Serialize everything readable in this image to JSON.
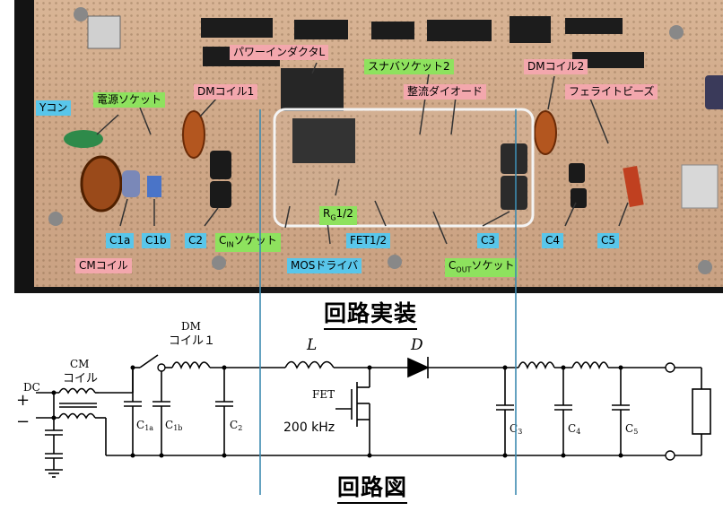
{
  "captions": {
    "implementation": "回路実装",
    "schematic": "回路図"
  },
  "photo_labels": [
    {
      "text": "Yコン",
      "color": "blue"
    },
    {
      "text": "電源ソケット",
      "color": "green"
    },
    {
      "text": "DMコイル1",
      "color": "pink"
    },
    {
      "text": "パワーインダクタL",
      "color": "pink"
    },
    {
      "text": "スナバソケット2",
      "color": "green"
    },
    {
      "text": "整流ダイオード",
      "color": "pink"
    },
    {
      "text": "DMコイル2",
      "color": "pink"
    },
    {
      "text": "フェライトビーズ",
      "color": "pink"
    },
    {
      "text": "C1a",
      "color": "blue"
    },
    {
      "text": "C1b",
      "color": "blue"
    },
    {
      "text": "C2",
      "color": "blue"
    },
    {
      "text": "CMコイル",
      "color": "pink"
    },
    {
      "text": "MOSドライバ",
      "color": "blue"
    },
    {
      "text": "FET1/2",
      "color": "blue"
    },
    {
      "text": "C3",
      "color": "blue"
    },
    {
      "text": "C4",
      "color": "blue"
    },
    {
      "text": "C5",
      "color": "blue"
    }
  ],
  "sub_labels": {
    "cin": {
      "main": "C",
      "sub": "IN",
      "rest": "ソケット"
    },
    "rg": {
      "main": "R",
      "sub": "G",
      "rest": "1/2"
    },
    "cout": {
      "main": "C",
      "sub": "OUT",
      "rest": "ソケット"
    }
  },
  "schematic": {
    "dc": "DC",
    "plus": "+",
    "minus": "−",
    "cm_coil_1": "CM",
    "cm_coil_2": "コイル",
    "dm_coil_1": "DM",
    "dm_coil_2": "コイル１",
    "L": "L",
    "D": "D",
    "fet": "FET",
    "freq": "200 kHz",
    "c1a": {
      "main": "C",
      "sub": "1a"
    },
    "c1b": {
      "main": "C",
      "sub": "1b"
    },
    "c2": {
      "main": "C",
      "sub": "2"
    },
    "c3": {
      "main": "C",
      "sub": "3"
    },
    "c4": {
      "main": "C",
      "sub": "4"
    },
    "c5": {
      "main": "C",
      "sub": "5"
    }
  },
  "colors": {
    "pink": "#f3a7ad",
    "blue": "#59c6ea",
    "green": "#8ee25e"
  }
}
